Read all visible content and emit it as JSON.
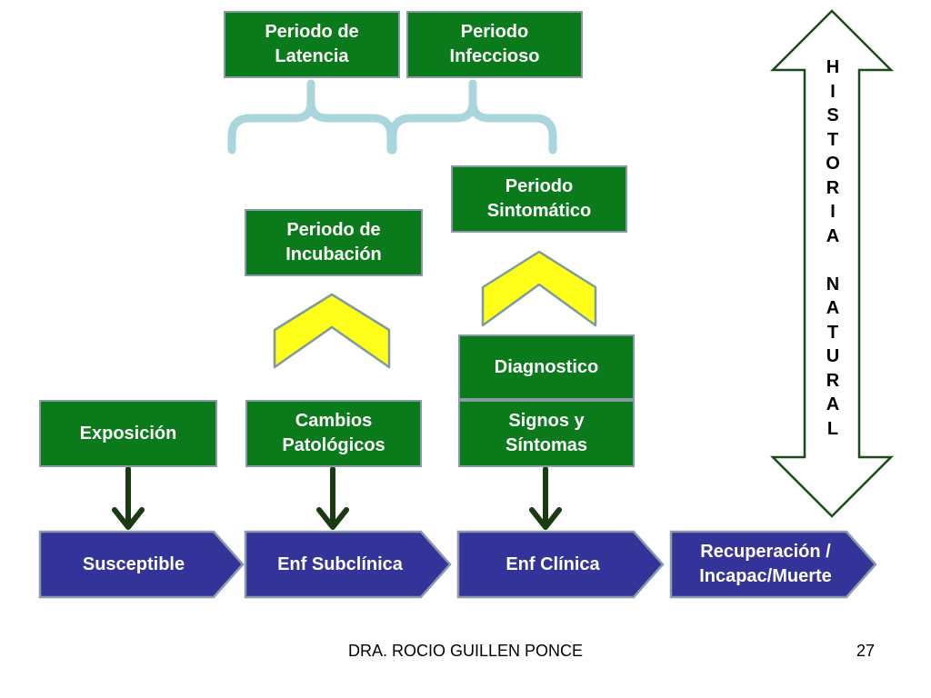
{
  "periods": {
    "latencia": "Periodo de\nLatencia",
    "infeccioso": "Periodo\nInfeccioso",
    "sintomatico": "Periodo\nSintomático",
    "incubacion": "Periodo de\nIncubación"
  },
  "events": {
    "diagnostico": "Diagnostico",
    "exposicion": "Exposición",
    "cambios": "Cambios\nPatológicos",
    "signos": "Signos y\nSíntomas"
  },
  "stages": {
    "susceptible": "Susceptible",
    "subclinica": "Enf Subclínica",
    "clinica": "Enf Clínica",
    "recuperacion": "Recuperación /\nIncapac/Muerte"
  },
  "side_label": {
    "word1": [
      "H",
      "I",
      "S",
      "T",
      "O",
      "R",
      "I",
      "A"
    ],
    "word2": [
      "N",
      "A",
      "T",
      "U",
      "R",
      "A",
      "L"
    ]
  },
  "footer": {
    "author": "DRA. ROCIO GUILLEN PONCE",
    "page_number": "27"
  },
  "colors": {
    "box_green": "#0a7a1a",
    "stage_blue": "#33339a",
    "chevron_yellow": "#ffff1a",
    "bracket_blue": "#a9d6dc",
    "arrow_dark_green": "#1a3a12"
  }
}
